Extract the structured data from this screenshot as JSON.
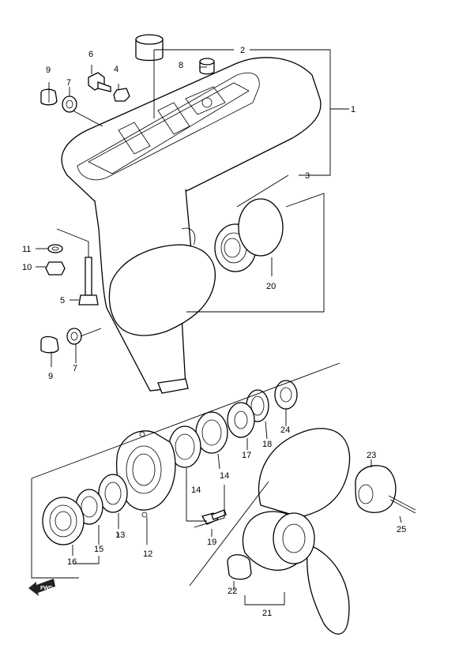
{
  "callouts": {
    "p1": "1",
    "p2": "2",
    "p3": "3",
    "p4": "4",
    "p5": "5",
    "p6": "6",
    "p7a": "7",
    "p7b": "7",
    "p8": "8",
    "p9a": "9",
    "p9b": "9",
    "p10": "10",
    "p11": "11",
    "p12": "12",
    "p13": "13",
    "p14a": "14",
    "p14b": "14",
    "p15": "15",
    "p16": "16",
    "p17": "17",
    "p18": "18",
    "p19": "19",
    "p20": "20",
    "p21": "21",
    "p22": "22",
    "p23": "23",
    "p24": "24",
    "p25": "25"
  },
  "fwd_label": "FWD"
}
